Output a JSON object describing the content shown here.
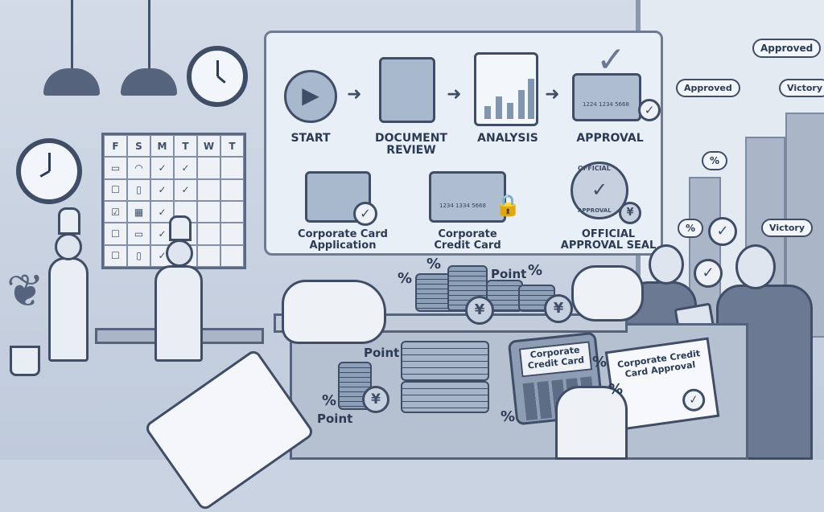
{
  "flow": {
    "steps": [
      {
        "label": "START",
        "icon": "play-icon"
      },
      {
        "label": "DOCUMENT REVIEW",
        "icon": "folder-icon"
      },
      {
        "label": "ANALYSIS",
        "icon": "chart-icon"
      },
      {
        "label": "APPROVAL",
        "icon": "credit-card-check-icon"
      }
    ],
    "items": [
      {
        "label": "Corporate Card Application"
      },
      {
        "label": "Corporate Credit Card"
      },
      {
        "label": "OFFICIAL APPROVAL SEAL"
      }
    ],
    "card_number_1": "1224 1234 5668",
    "card_number_2": "1234 1334 5668",
    "seal_text_top": "OFFICIAL",
    "seal_text_bottom": "APPROVAL"
  },
  "calendar": {
    "headers": [
      "F",
      "S",
      "M",
      "T",
      "W",
      "T"
    ]
  },
  "bubbles": {
    "approved_1": "Approved",
    "approved_2": "Approved",
    "victory_1": "Victory",
    "victory_2": "Victory",
    "percent": "%"
  },
  "desk": {
    "point_1": "Point",
    "point_2": "Point",
    "point_3": "Point",
    "percent": "%",
    "yen": "¥",
    "calculator_label": "Corporate Credit Card",
    "approval_doc_title": "Corporate Credit Card Approval"
  },
  "colors": {
    "primary": "#3f4e66",
    "background": "#c9d3e2"
  }
}
